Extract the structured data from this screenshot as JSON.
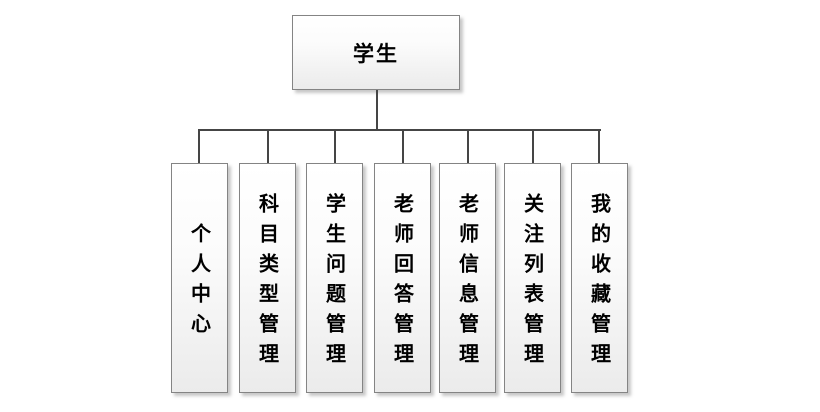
{
  "diagram": {
    "root": {
      "label": "学生"
    },
    "children": [
      {
        "label": "个人中心"
      },
      {
        "label": "科目类型管理"
      },
      {
        "label": "学生问题管理"
      },
      {
        "label": "老师回答管理"
      },
      {
        "label": "老师信息管理"
      },
      {
        "label": "关注列表管理"
      },
      {
        "label": "我的收藏管理"
      }
    ],
    "colors": {
      "background": "#ffffff",
      "node_fill_top": "#ffffff",
      "node_fill_bottom": "#ebebeb",
      "node_border": "#848484",
      "connector": "#454545",
      "text": "#000000"
    }
  }
}
